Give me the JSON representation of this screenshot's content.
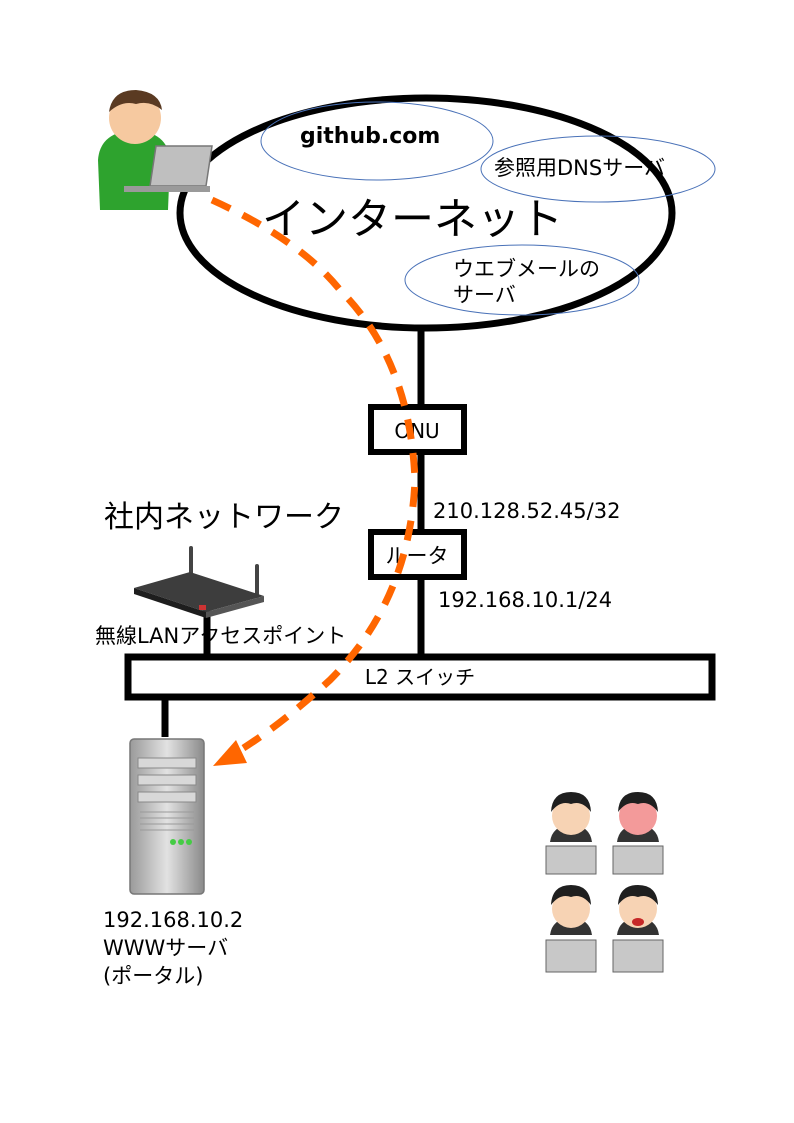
{
  "internet": {
    "label": "インターネット",
    "github": "github.com",
    "dns": "参照用DNSサーバ",
    "webmail_line1": "ウエブメールの",
    "webmail_line2": "サーバ"
  },
  "onu": {
    "label": "ONU"
  },
  "router": {
    "label": "ルータ",
    "wan_ip": "210.128.52.45/32",
    "lan_ip": "192.168.10.1/24"
  },
  "network": {
    "label": "社内ネットワーク"
  },
  "wireless_ap": {
    "label": "無線LANアクセスポイント"
  },
  "l2_switch": {
    "label": "L2 スイッチ"
  },
  "www_server": {
    "ip": "192.168.10.2",
    "name": "WWWサーバ",
    "role": "(ポータル)"
  },
  "colors": {
    "route_dash": "#ff6600",
    "oval_stroke": "#4a72b8",
    "user_shirt": "#2ea32e"
  }
}
